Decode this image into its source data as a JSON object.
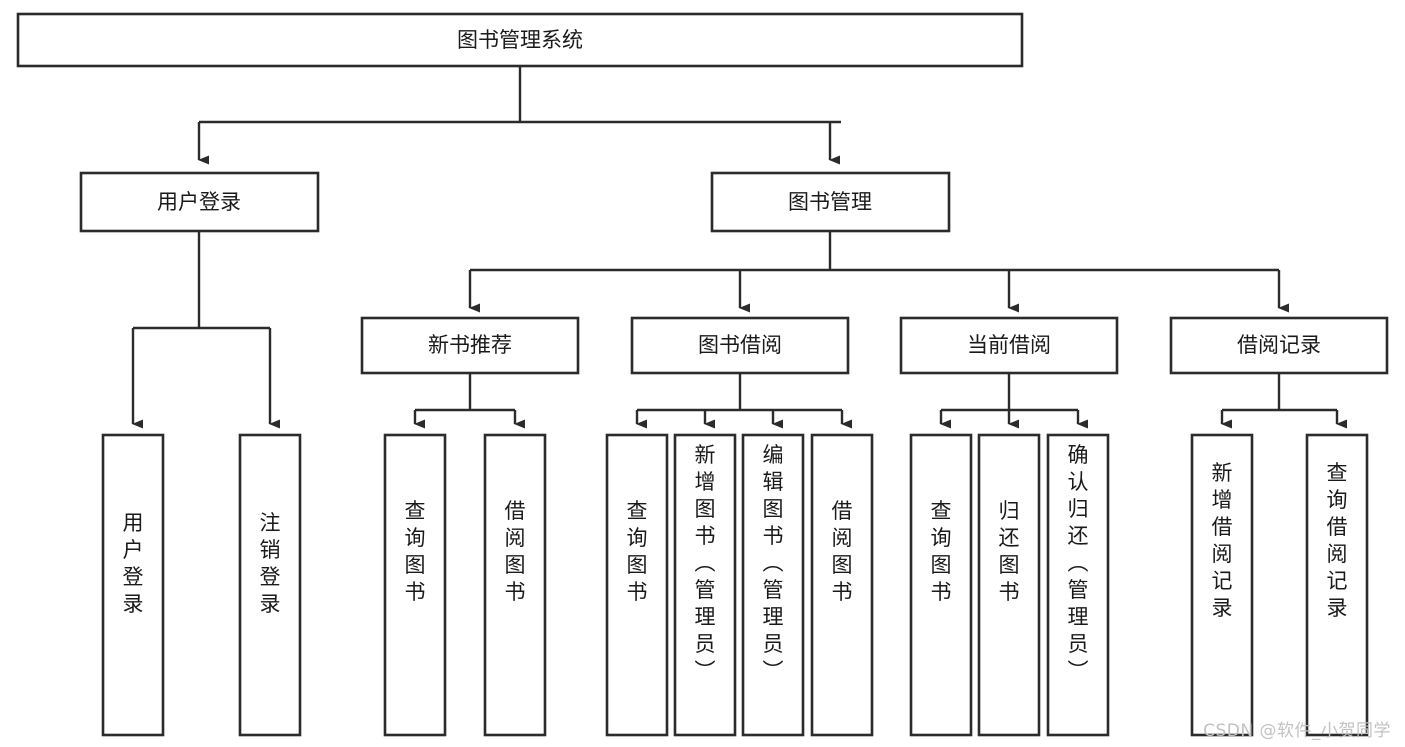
{
  "diagram": {
    "type": "tree",
    "title": "图书管理系统",
    "watermark": "CSDN @软件_小贺同学",
    "colors": {
      "stroke": "#2b2b2b",
      "fill": "#ffffff",
      "text": "#1a1a1a",
      "watermark": "#c2c2c2"
    },
    "levels": {
      "root": {
        "label": "图书管理系统"
      },
      "level2": [
        {
          "label": "用户登录"
        },
        {
          "label": "图书管理"
        }
      ],
      "level3": [
        {
          "label": "新书推荐"
        },
        {
          "label": "图书借阅"
        },
        {
          "label": "当前借阅"
        },
        {
          "label": "借阅记录"
        }
      ],
      "leaves": {
        "user_login": [
          {
            "label": "用户登录"
          },
          {
            "label": "注销登录"
          }
        ],
        "new_book_recommend": [
          {
            "label": "查询图书"
          },
          {
            "label": "借阅图书"
          }
        ],
        "book_borrow": [
          {
            "label": "查询图书"
          },
          {
            "label": "新增图书（管理员）"
          },
          {
            "label": "编辑图书（管理员）"
          },
          {
            "label": "借阅图书"
          }
        ],
        "current_borrow": [
          {
            "label": "查询图书"
          },
          {
            "label": "归还图书"
          },
          {
            "label": "确认归还（管理员）"
          }
        ],
        "borrow_record": [
          {
            "label": "新增借阅记录"
          },
          {
            "label": "查询借阅记录"
          }
        ]
      }
    }
  }
}
